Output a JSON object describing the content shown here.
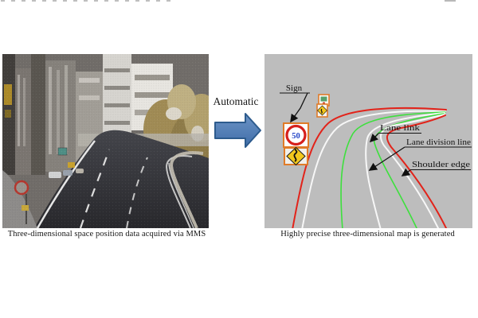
{
  "figure": {
    "left": {
      "caption": "Three-dimensional space position data acquired via MMS"
    },
    "arrow": {
      "label": "Automatic",
      "fill": "#4f81bd",
      "border": "#2d5b8d"
    },
    "right": {
      "caption": "Highly precise three-dimensional map is generated",
      "map_background": "#bdbdbd",
      "annotations": {
        "sign": "Sign",
        "lane_link": "Lane link",
        "lane_division_line": "Lane division line",
        "shoulder_edge": "Shoulder edge"
      },
      "speed_sign_value": "50",
      "colors": {
        "shoulder_edge_line": "#e2231a",
        "lane_division_line": "#f7f7f7",
        "lane_link_line": "#3de03d",
        "sign_box_border": "#e07b28",
        "speed_ring": "#d6201c",
        "speed_text": "#2143c7",
        "warning_yellow": "#f2c71d"
      }
    }
  }
}
